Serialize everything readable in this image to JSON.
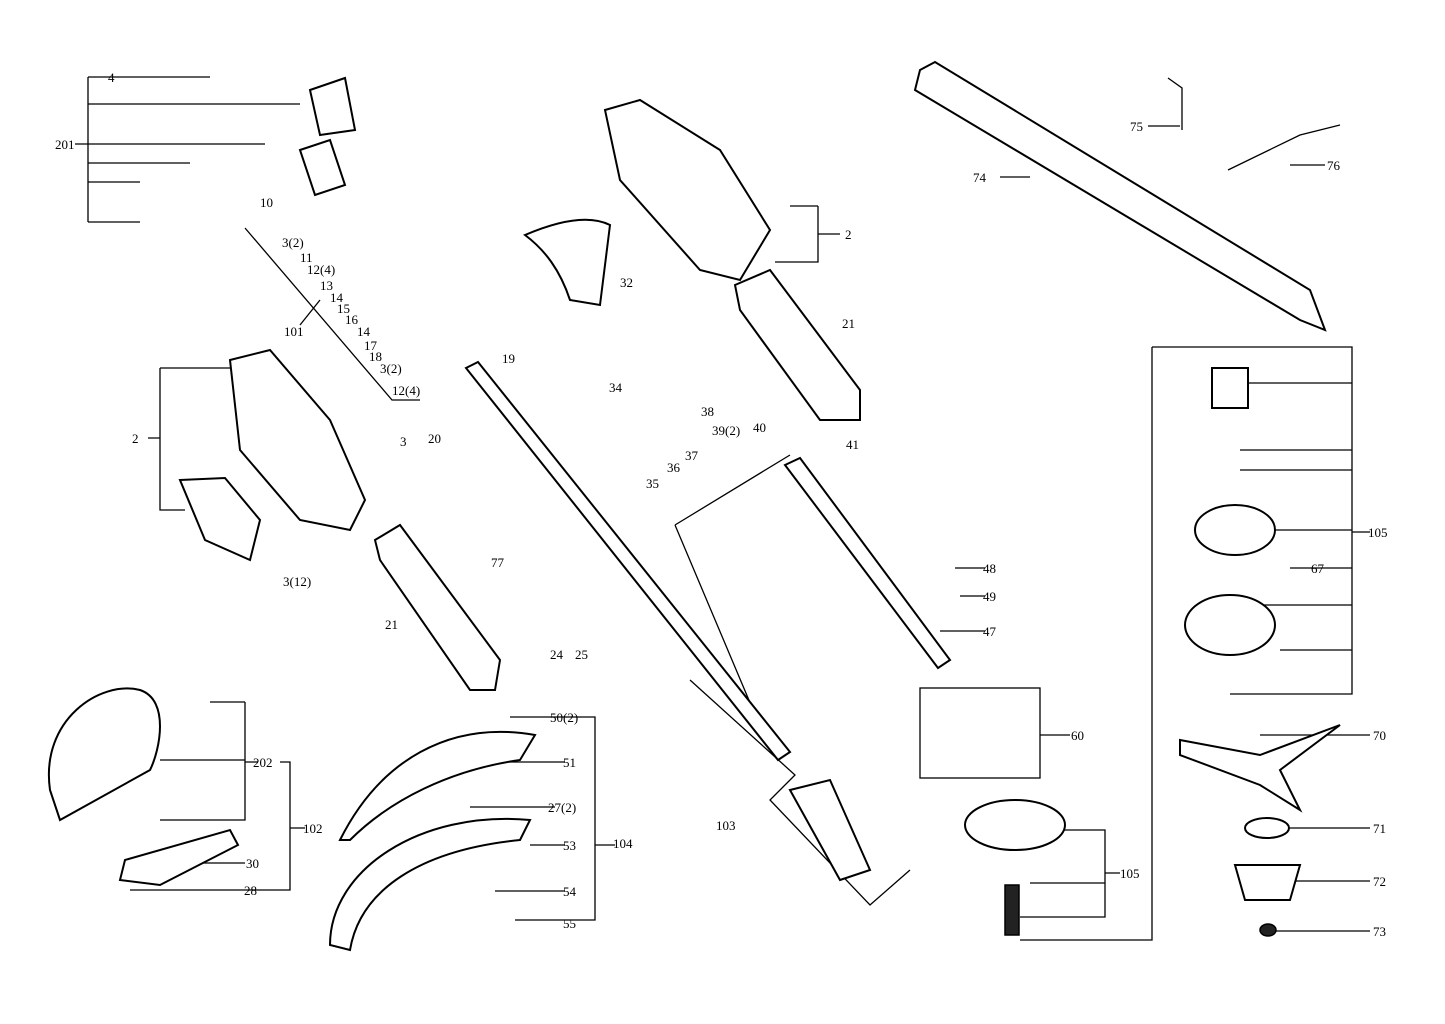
{
  "diagram": {
    "type": "exploded-parts-diagram",
    "callouts": [
      "4",
      "201",
      "10",
      "3(2)",
      "11",
      "12(4)",
      "13",
      "14",
      "15",
      "16",
      "101",
      "14",
      "17",
      "18",
      "3(2)",
      "12(4)",
      "3",
      "20",
      "2",
      "19",
      "32",
      "34",
      "38",
      "39(2)",
      "40",
      "37",
      "36",
      "35",
      "41",
      "21",
      "2",
      "74",
      "75",
      "76",
      "77",
      "24",
      "25",
      "3(12)",
      "21",
      "48",
      "49",
      "47",
      "60",
      "103",
      "105",
      "67",
      "70",
      "71",
      "72",
      "73",
      "105",
      "50(2)",
      "51",
      "27(2)",
      "53",
      "104",
      "54",
      "55",
      "202",
      "102",
      "30",
      "28"
    ]
  }
}
